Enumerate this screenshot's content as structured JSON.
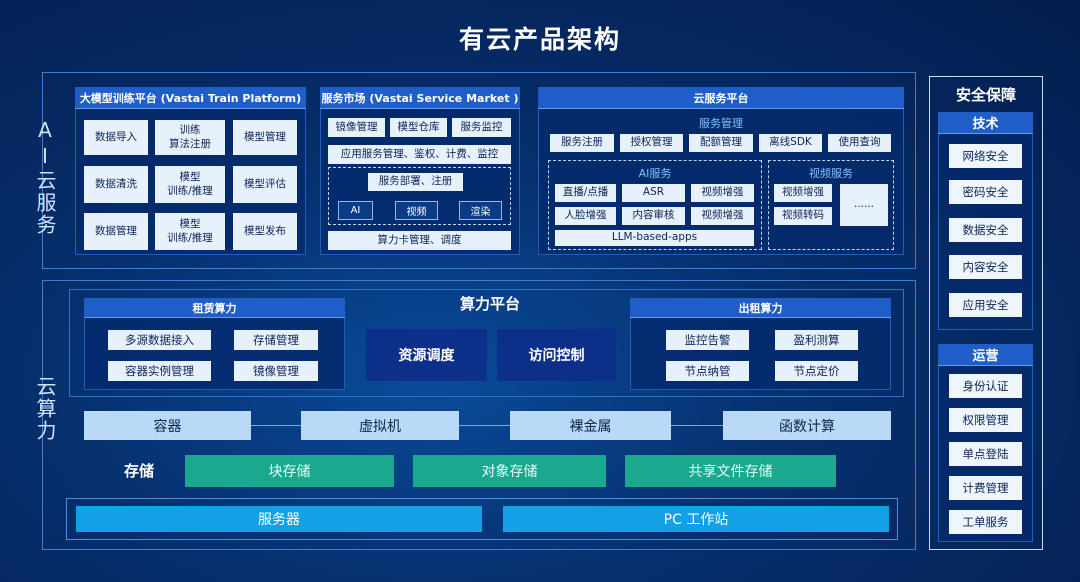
{
  "title": "有云产品架构",
  "ai_service": {
    "side_label": "AI云服务",
    "train_platform": {
      "header": "大模型训练平台 (Vastai Train Platform)",
      "items": [
        "数据导入",
        "训练\n算法注册",
        "模型管理",
        "数据清洗",
        "模型\n训练/推理",
        "模型评估",
        "数据管理",
        "模型\n训练/推理",
        "模型发布"
      ]
    },
    "service_market": {
      "header": "服务市场 (Vastai Service  Market )",
      "row1": [
        "镜像管理",
        "模型仓库",
        "服务监控"
      ],
      "row2": "应用服务管理、鉴权、计费、监控",
      "deploy": "服务部署、注册",
      "engines": [
        "AI",
        "视频",
        "渲染"
      ],
      "card": "算力卡管理、调度"
    },
    "cloud_platform": {
      "header": "云服务平台",
      "mgmt_title": "服务管理",
      "mgmt_items": [
        "服务注册",
        "授权管理",
        "配额管理",
        "离线SDK",
        "使用查询"
      ],
      "ai_title": "AI服务",
      "ai_items": [
        "直播/点播",
        "ASR",
        "视频增强",
        "人脸增强",
        "内容审核",
        "视频增强"
      ],
      "ai_apps": "LLM-based-apps",
      "video_title": "视频服务",
      "video_items": [
        "视频增强",
        "视频转码"
      ],
      "video_more": "......"
    }
  },
  "compute": {
    "side_label": "云算力",
    "platform_title": "算力平台",
    "lease": {
      "header": "租赁算力",
      "items": [
        "多源数据接入",
        "存储管理",
        "容器实例管理",
        "镜像管理"
      ]
    },
    "center": [
      "资源调度",
      "访问控制"
    ],
    "rent": {
      "header": "出租算力",
      "items": [
        "监控告警",
        "盈利测算",
        "节点纳管",
        "节点定价"
      ]
    },
    "runtime": [
      "容器",
      "虚拟机",
      "裸金属",
      "函数计算"
    ],
    "storage_label": "存储",
    "storage": [
      "块存储",
      "对象存储",
      "共享文件存储"
    ],
    "hardware": [
      "服务器",
      "PC 工作站"
    ]
  },
  "security": {
    "title": "安全保障",
    "tech_header": "技术",
    "tech_items": [
      "网络安全",
      "密码安全",
      "数据安全",
      "内容安全",
      "应用安全"
    ],
    "ops_header": "运营",
    "ops_items": [
      "身份认证",
      "权限管理",
      "单点登陆",
      "计费管理",
      "工单服务"
    ]
  }
}
